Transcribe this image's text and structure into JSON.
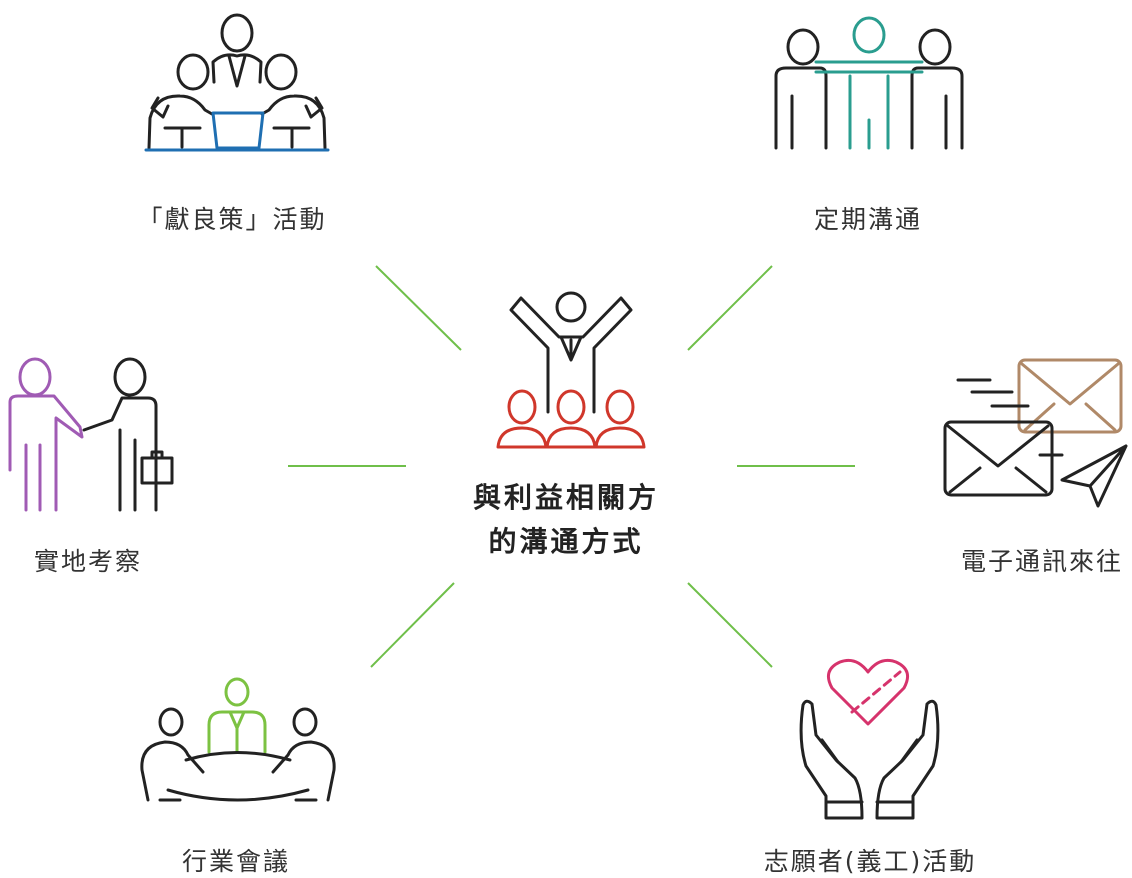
{
  "center": {
    "line1": "與利益相關方",
    "line2": "的溝通方式"
  },
  "methods": [
    {
      "label": "「獻良策」活動",
      "icon": "meeting-laptop-icon",
      "color": "#1f6fb2"
    },
    {
      "label": "定期溝通",
      "icon": "team-embrace-icon",
      "color": "#2a9d8f"
    },
    {
      "label": "實地考察",
      "icon": "handshake-icon",
      "color": "#a05bb4"
    },
    {
      "label": "電子通訊來往",
      "icon": "envelope-send-icon",
      "color": "#b08968"
    },
    {
      "label": "行業會議",
      "icon": "round-table-icon",
      "color": "#7cc242"
    },
    {
      "label": "志願者(義工)活動",
      "icon": "heart-hands-icon",
      "color": "#d6336c"
    }
  ],
  "colors": {
    "connector": "#6fbf4a",
    "ink": "#222222",
    "audience": "#d0372b"
  }
}
